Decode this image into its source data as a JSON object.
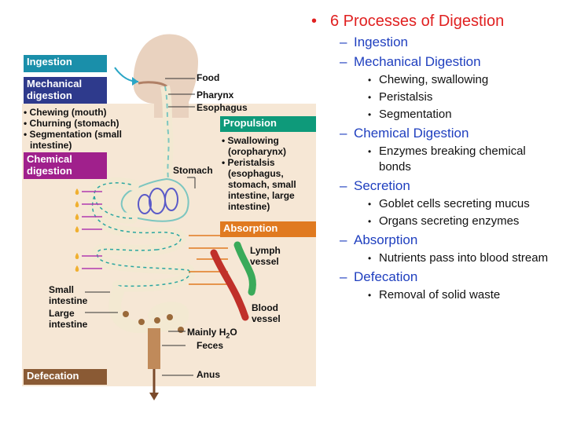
{
  "outline": {
    "heading": "6 Processes of Digestion",
    "items": [
      {
        "label": "Ingestion",
        "sub": []
      },
      {
        "label": "Mechanical Digestion",
        "sub": [
          "Chewing, swallowing",
          "Peristalsis",
          "Segmentation"
        ]
      },
      {
        "label": "Chemical Digestion",
        "sub": [
          "Enzymes breaking chemical bonds"
        ]
      },
      {
        "label": "Secretion",
        "sub": [
          "Goblet cells secreting mucus",
          "Organs secreting enzymes"
        ]
      },
      {
        "label": "Absorption",
        "sub": [
          "Nutrients pass into blood stream"
        ]
      },
      {
        "label": "Defecation",
        "sub": [
          "Removal of solid waste"
        ]
      }
    ]
  },
  "diagram": {
    "colors": {
      "ingestion": "#1a8faa",
      "mechanical": "#2e3a8c",
      "chemical": "#a0208c",
      "propulsion": "#0e9a7a",
      "absorption": "#e07a20",
      "defecation": "#8a5a34",
      "background": "#f6e7d5"
    },
    "boxes": {
      "ingestion": "Ingestion",
      "mechanical": "Mechanical digestion",
      "chemical": "Chemical digestion",
      "propulsion": "Propulsion",
      "absorption": "Absorption",
      "defecation": "Defecation"
    },
    "mechanical_list": [
      "Chewing (mouth)",
      "Churning (stomach)",
      "Segmentation (small intestine)"
    ],
    "propulsion_list": [
      "Swallowing (oropharynx)",
      "Peristalsis (esophagus, stomach, small intestine, large intestine)"
    ],
    "labels": {
      "food": "Food",
      "pharynx": "Pharynx",
      "esophagus": "Esophagus",
      "stomach": "Stomach",
      "lymph_vessel": "Lymph vessel",
      "blood_vessel": "Blood vessel",
      "small_intestine": "Small intestine",
      "large_intestine": "Large intestine",
      "mainly_h2o": "Mainly H2O",
      "feces": "Feces",
      "anus": "Anus"
    }
  }
}
